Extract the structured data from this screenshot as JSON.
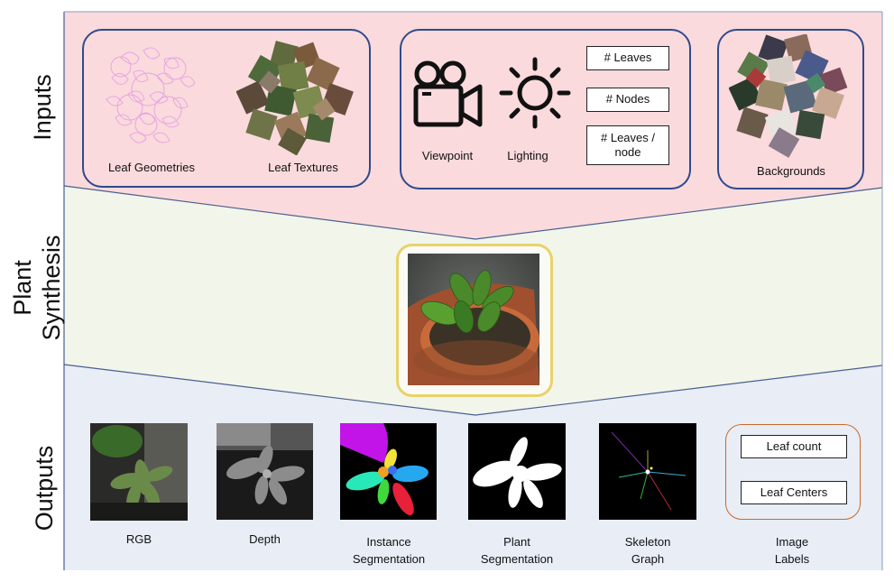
{
  "stages": {
    "inputs": "Inputs",
    "synthesis_line1": "Plant",
    "synthesis_line2": "Synthesis",
    "outputs": "Outputs"
  },
  "inputs": {
    "leaf_geometries": "Leaf Geometries",
    "leaf_textures": "Leaf Textures",
    "viewpoint": "Viewpoint",
    "lighting": "Lighting",
    "num_leaves": "# Leaves",
    "num_nodes": "# Nodes",
    "leaves_per_node_line1": "# Leaves /",
    "leaves_per_node_line2": "node",
    "backgrounds": "Backgrounds"
  },
  "outputs": {
    "rgb": "RGB",
    "depth": "Depth",
    "instance_seg_line1": "Instance",
    "instance_seg_line2": "Segmentation",
    "plant_seg_line1": "Plant",
    "plant_seg_line2": "Segmentation",
    "skeleton_line1": "Skeleton",
    "skeleton_line2": "Graph",
    "image_labels_line1": "Image",
    "image_labels_line2": "Labels",
    "leaf_count": "Leaf count",
    "leaf_centers": "Leaf Centers"
  },
  "colors": {
    "inputs_band": "#fadadd",
    "synthesis_band": "#f2f5ea",
    "outputs_band": "#e8edf6",
    "input_box_border": "#2f4a8a",
    "synthesis_frame": "#e8d26a",
    "labels_box_border": "#c96a2a"
  }
}
